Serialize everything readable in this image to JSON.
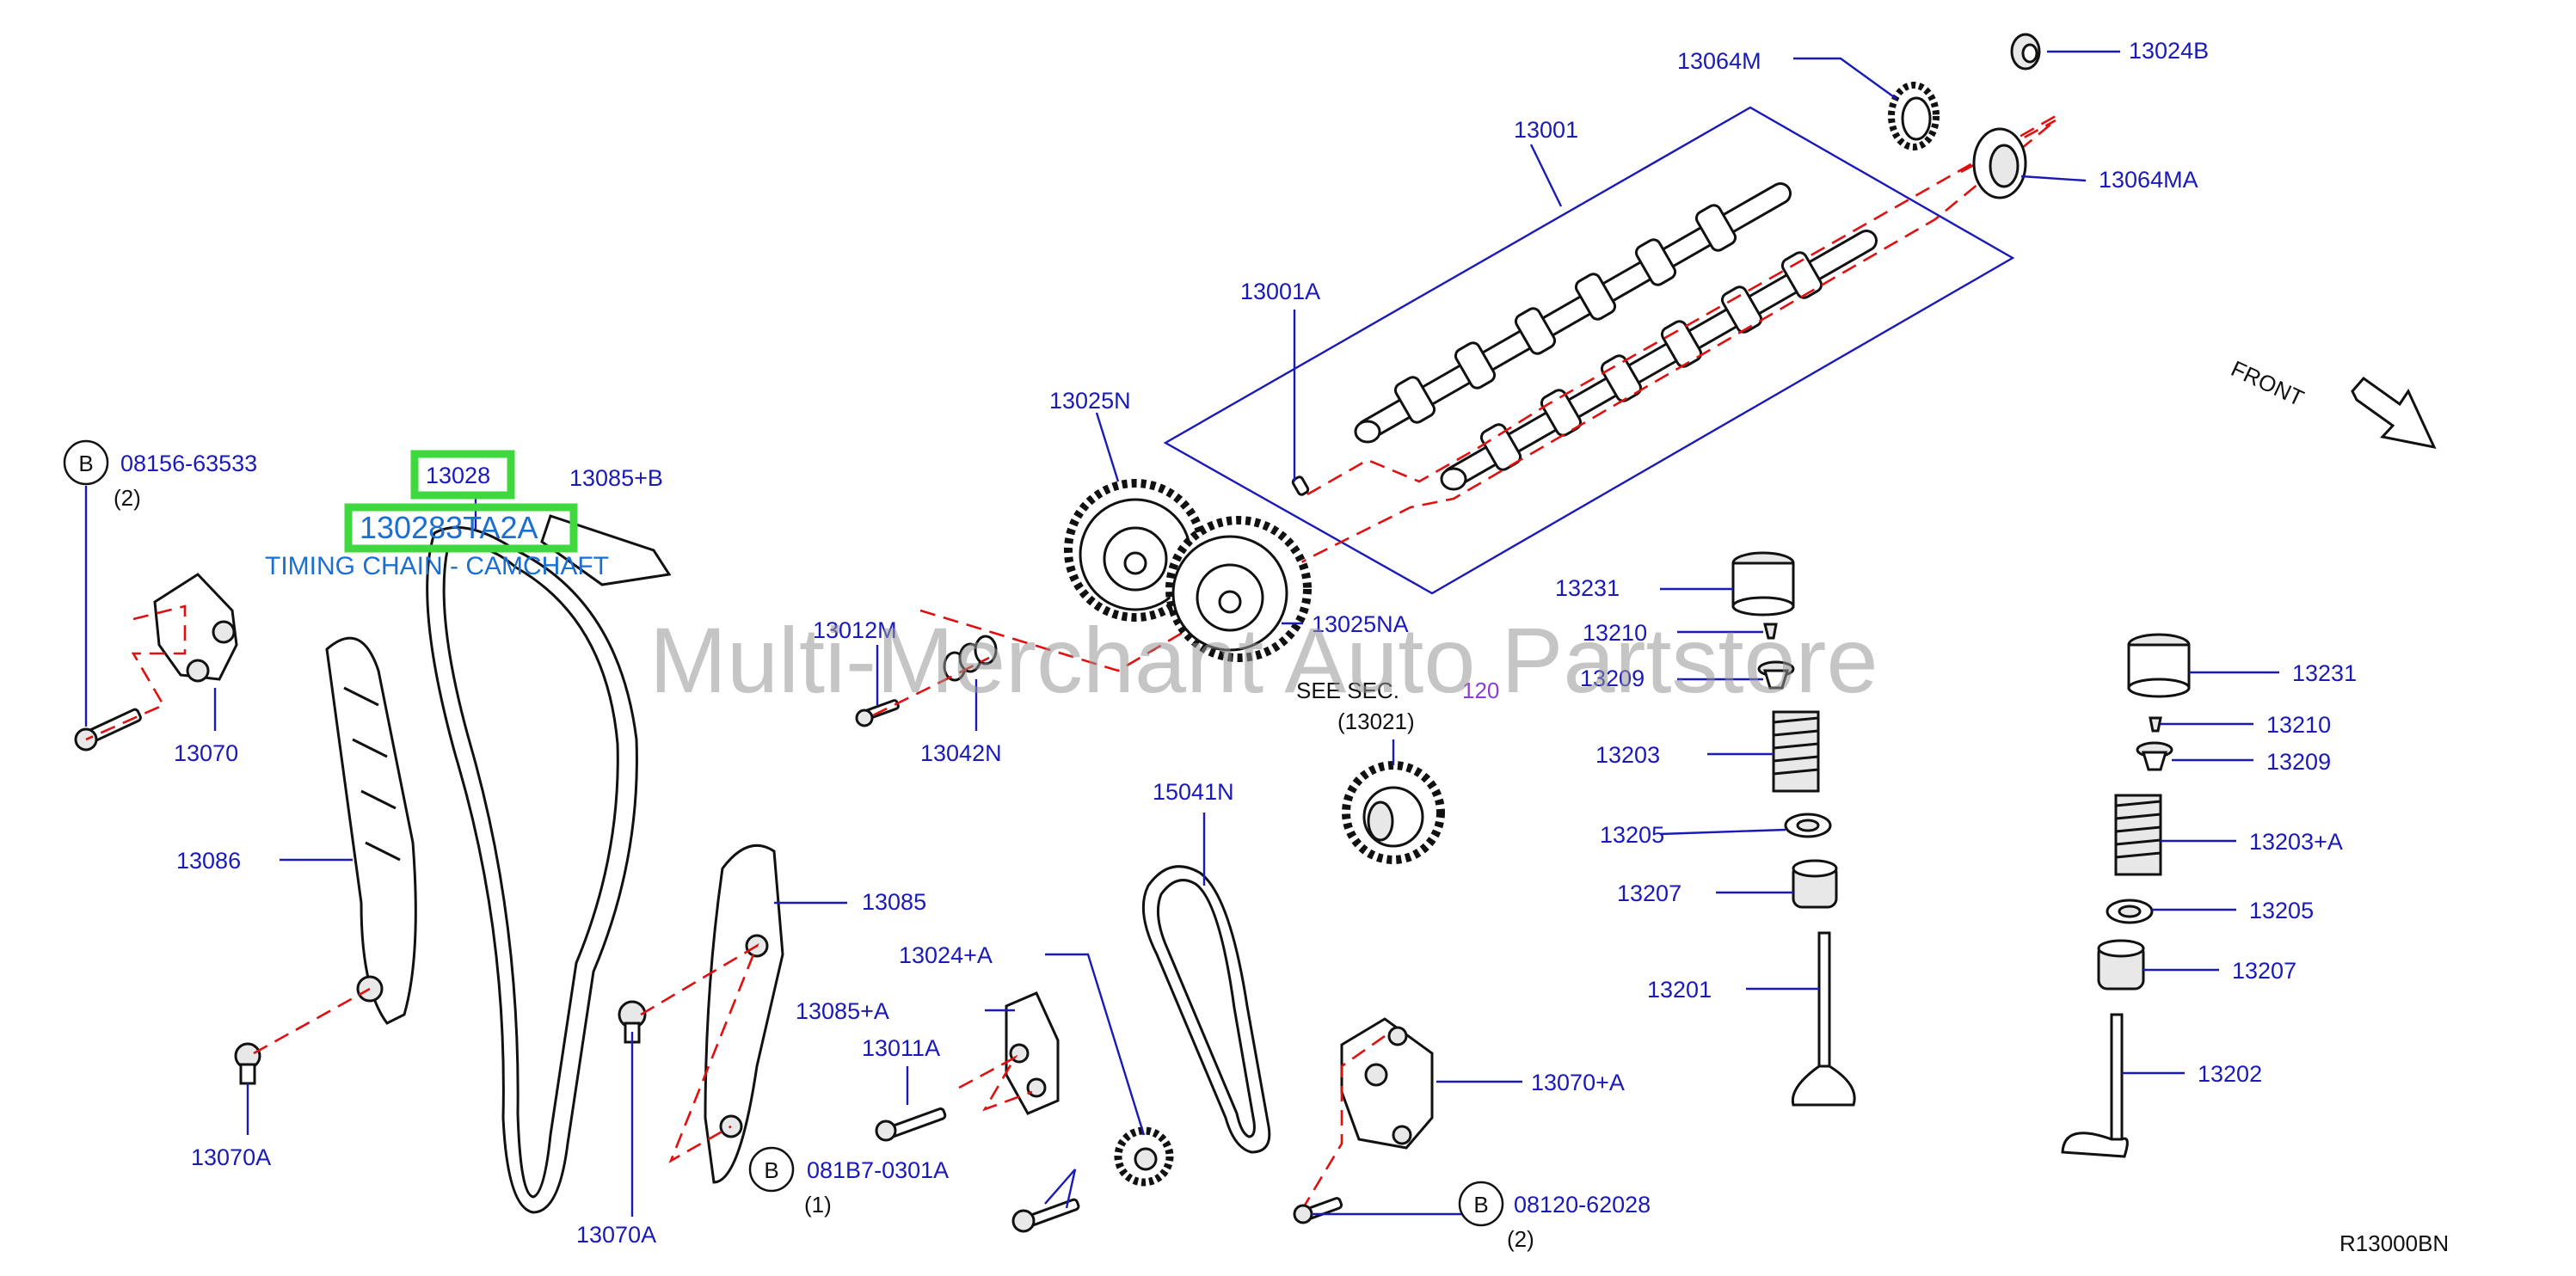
{
  "labels": {
    "p13064M": "13064M",
    "p13024B": "13024B",
    "p13001": "13001",
    "p13064MA": "13064MA",
    "p13001A": "13001A",
    "p13025N": "13025N",
    "p13025NA": "13025NA",
    "p13012M": "13012M",
    "p13042N": "13042N",
    "p08156": "08156-63533",
    "p08156qty": "(2)",
    "p13028": "13028",
    "p130283TA2A": "130283TA2A",
    "timing_chain": "TIMING CHAIN - CAMCHAFT",
    "p13085B": "13085+B",
    "p13070": "13070",
    "p13086": "13086",
    "p13070A_left": "13070A",
    "p13070A_bottom": "13070A",
    "p13085": "13085",
    "p13024A": "13024+A",
    "p13085A": "13085+A",
    "p13011A": "13011A",
    "p081B7": "081B7-0301A",
    "p081B7qty": "(1)",
    "p15041N": "15041N",
    "see_sec": "SEE   SEC.",
    "see_sec_num": "120",
    "see_sec_ref": "(13021)",
    "p13070Aplus": "13070+A",
    "p08120": "08120-62028",
    "p08120qty": "(2)",
    "p13231_l": "13231",
    "p13210_l": "13210",
    "p13209_l": "13209",
    "p13203": "13203",
    "p13205_l": "13205",
    "p13207_l": "13207",
    "p13201": "13201",
    "p13231_r": "13231",
    "p13210_r": "13210",
    "p13209_r": "13209",
    "p13203A": "13203+A",
    "p13205_r": "13205",
    "p13207_r": "13207",
    "p13202": "13202",
    "front": "FRONT",
    "bolt_marker": "B",
    "diagram_code": "R13000BN",
    "watermark": "Multi-Merchant Auto Partstore"
  },
  "colors": {
    "part_number": "#1a1ab8",
    "dashed_line": "#e01010",
    "highlight": "#3fd83f",
    "chain_label": "#1a6fd1",
    "watermark": "#969696"
  }
}
